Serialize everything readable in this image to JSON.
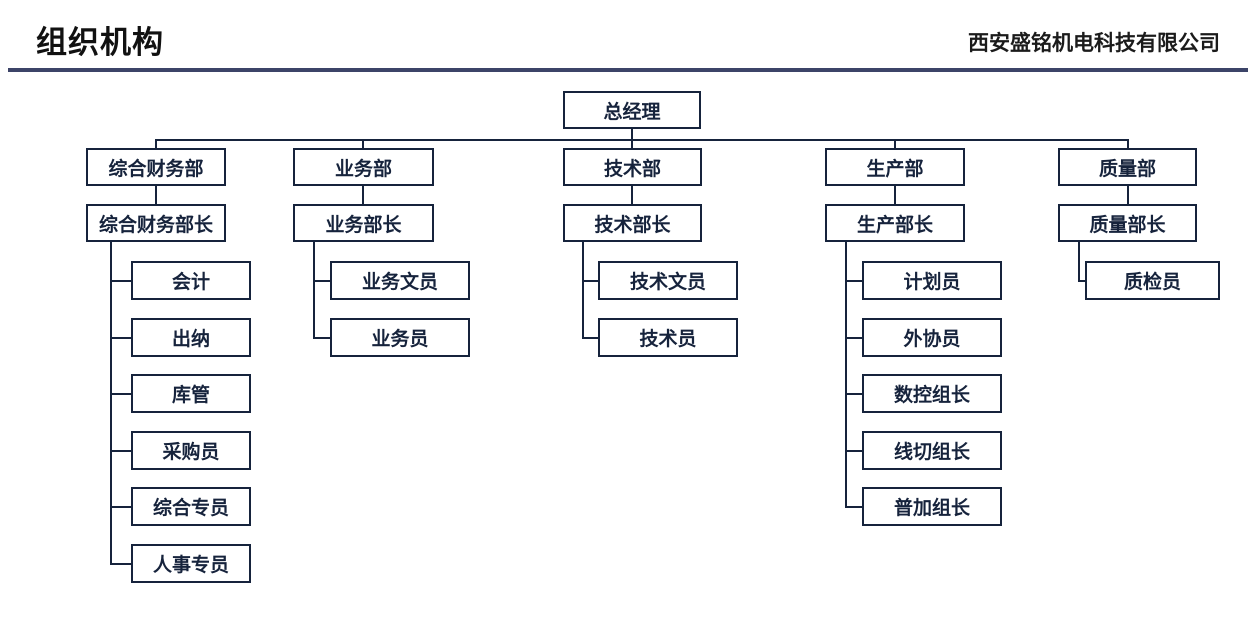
{
  "header": {
    "title": "组织机构",
    "company": "西安盛铭机电科技有限公司",
    "rule_color": "#3c4468"
  },
  "theme": {
    "box_border": "#16233c",
    "box_fill": "#ffffff",
    "text": "#16233c",
    "title_text": "#111111",
    "background": "#ffffff"
  },
  "chart_data": {
    "type": "diagram",
    "subtype": "org-chart",
    "title": "组织机构",
    "root": "总经理",
    "branches": [
      {
        "department": "综合财务部",
        "head": "综合财务部长",
        "children": [
          "会计",
          "出纳",
          "库管",
          "采购员",
          "综合专员",
          "人事专员"
        ]
      },
      {
        "department": "业务部",
        "head": "业务部长",
        "children": [
          "业务文员",
          "业务员"
        ]
      },
      {
        "department": "技术部",
        "head": "技术部长",
        "children": [
          "技术文员",
          "技术员"
        ]
      },
      {
        "department": "生产部",
        "head": "生产部长",
        "children": [
          "计划员",
          "外协员",
          "数控组长",
          "线切组长",
          "普加组长"
        ]
      },
      {
        "department": "质量部",
        "head": "质量部长",
        "children": [
          "质检员"
        ]
      }
    ]
  },
  "nodes": {
    "root": "总经理",
    "d0": "综合财务部",
    "h0": "综合财务部长",
    "d0c0": "会计",
    "d0c1": "出纳",
    "d0c2": "库管",
    "d0c3": "采购员",
    "d0c4": "综合专员",
    "d0c5": "人事专员",
    "d1": "业务部",
    "h1": "业务部长",
    "d1c0": "业务文员",
    "d1c1": "业务员",
    "d2": "技术部",
    "h2": "技术部长",
    "d2c0": "技术文员",
    "d2c1": "技术员",
    "d3": "生产部",
    "h3": "生产部长",
    "d3c0": "计划员",
    "d3c1": "外协员",
    "d3c2": "数控组长",
    "d3c3": "线切组长",
    "d3c4": "普加组长",
    "d4": "质量部",
    "h4": "质量部长",
    "d4c0": "质检员"
  }
}
